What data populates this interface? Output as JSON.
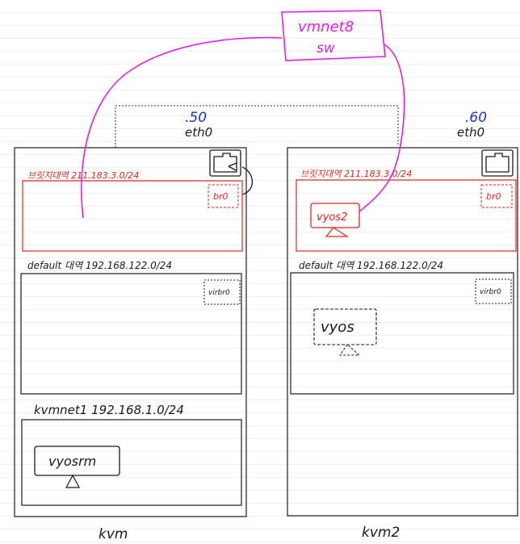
{
  "switch": {
    "line1": "vmnet8",
    "line2": "sw"
  },
  "hosts": [
    {
      "name": "kvm",
      "ip": ".50",
      "nic": "eth0",
      "bridge_label": "브릿지대역 211.183.3.0/24",
      "bridge_dev": "br0",
      "default_label": "default 대역 192.168.122.0/24",
      "default_dev": "virbr0",
      "vmnet1_label": "kvmnet1   192.168.1.0/24",
      "vm_in_vmnet1": "vyosrm"
    },
    {
      "name": "kvm2",
      "ip": ".60",
      "nic": "eth0",
      "bridge_label": "브릿지대역 211.183.3.0/24",
      "bridge_dev": "br0",
      "vm_in_bridge": "vyos2",
      "default_label": "default 대역 192.168.122.0/24",
      "default_dev": "virbr0",
      "vm_in_default": "vyos"
    }
  ],
  "colors": {
    "ink": "#1a1a1a",
    "bridge_red": "#e8231e",
    "link_magenta": "#e81ee6",
    "ip_blue": "#1c2fd6"
  }
}
